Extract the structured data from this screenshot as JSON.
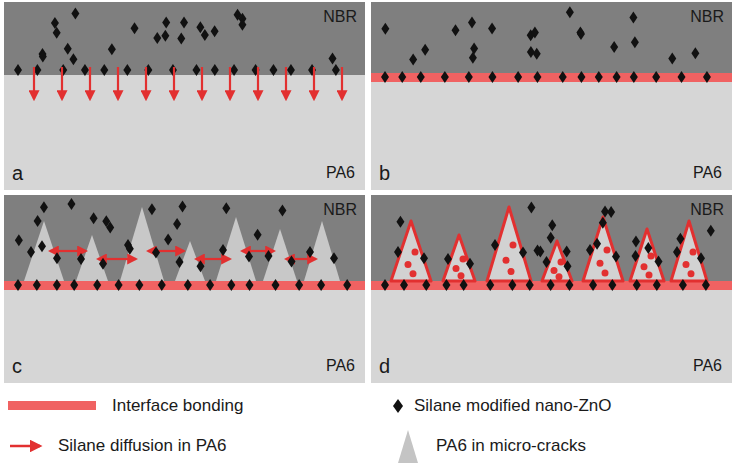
{
  "diagram": {
    "labels": [
      "NBR",
      "a",
      "PA6",
      "NBR",
      "b",
      "PA6",
      "NBR",
      "c",
      "PA6",
      "NBR",
      "d",
      "PA6"
    ],
    "legend": [
      {
        "text": "Interface bonding",
        "color": "#f06262"
      },
      {
        "text": "Silane diffusion  in PA6"
      },
      {
        "text": "Silane modified nano-ZnO"
      },
      {
        "text": "PA6 in micro-cracks"
      }
    ]
  }
}
